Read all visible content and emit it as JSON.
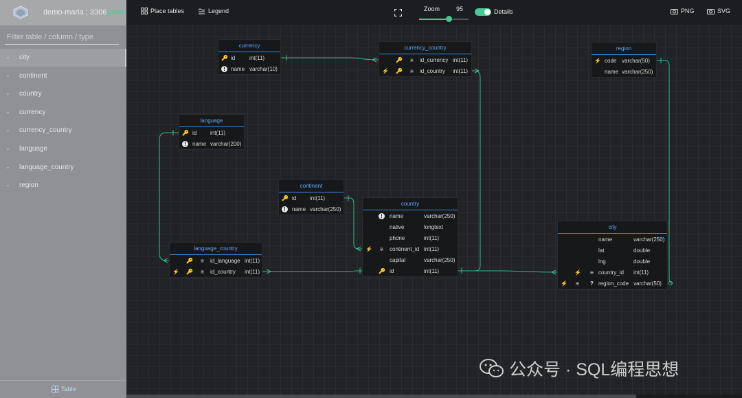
{
  "sidebar": {
    "connection": "demo-maria : 3306",
    "schema": "world",
    "filter_placeholder": "Filter table / column / type",
    "tables": [
      "city",
      "continent",
      "country",
      "currency",
      "currency_country",
      "language",
      "language_country",
      "region"
    ],
    "selected": "city",
    "footer_label": "Table"
  },
  "toolbar": {
    "place_tables": "Place tables",
    "legend": "Legend",
    "zoom_label": "Zoom",
    "zoom_value": "95",
    "details_label": "Details",
    "details_on": true,
    "png": "PNG",
    "svg": "SVG"
  },
  "tables": {
    "currency": {
      "title": "currency",
      "rows": [
        {
          "icons": [
            "pk"
          ],
          "name": "id",
          "type": "int(11)"
        },
        {
          "icons": [
            "nn"
          ],
          "name": "name",
          "type": "varchar(10)"
        }
      ]
    },
    "currency_country": {
      "title": "currency_country",
      "rows": [
        {
          "icons": [
            "pk",
            "uq"
          ],
          "name": "id_currency",
          "type": "int(11)"
        },
        {
          "icons": [
            "fk",
            "pk",
            "uq"
          ],
          "name": "id_country",
          "type": "int(11)"
        }
      ]
    },
    "region": {
      "title": "region",
      "rows": [
        {
          "icons": [
            "fk"
          ],
          "name": "code",
          "type": "varchar(50)"
        },
        {
          "icons": [],
          "name": "name",
          "type": "varchar(250)"
        }
      ]
    },
    "language": {
      "title": "language",
      "rows": [
        {
          "icons": [
            "pk"
          ],
          "name": "id",
          "type": "int(11)"
        },
        {
          "icons": [
            "nn"
          ],
          "name": "name",
          "type": "varchar(200)"
        }
      ]
    },
    "continent": {
      "title": "continent",
      "rows": [
        {
          "icons": [
            "pk"
          ],
          "name": "id",
          "type": "int(11)"
        },
        {
          "icons": [
            "nn"
          ],
          "name": "name",
          "type": "varchar(250)"
        }
      ]
    },
    "country": {
      "title": "country",
      "rows": [
        {
          "icons": [
            "nn"
          ],
          "name": "name",
          "type": "varchar(250)"
        },
        {
          "icons": [],
          "name": "native",
          "type": "longtext"
        },
        {
          "icons": [],
          "name": "phone",
          "type": "int(11)"
        },
        {
          "icons": [
            "fk",
            "uq"
          ],
          "name": "continent_id",
          "type": "int(11)"
        },
        {
          "icons": [],
          "name": "capital",
          "type": "varchar(250)"
        },
        {
          "icons": [
            "pk"
          ],
          "name": "id",
          "type": "int(11)"
        }
      ]
    },
    "language_country": {
      "title": "language_country",
      "rows": [
        {
          "icons": [
            "pk",
            "uq"
          ],
          "name": "id_language",
          "type": "int(11)"
        },
        {
          "icons": [
            "fk",
            "pk",
            "uq"
          ],
          "name": "id_country",
          "type": "int(11)"
        }
      ]
    },
    "city": {
      "title": "city",
      "rows": [
        {
          "icons": [],
          "name": "name",
          "type": "varchar(250)"
        },
        {
          "icons": [],
          "name": "lat",
          "type": "double"
        },
        {
          "icons": [],
          "name": "lng",
          "type": "double"
        },
        {
          "icons": [
            "fk",
            "uq"
          ],
          "name": "country_id",
          "type": "int(11)"
        },
        {
          "icons": [
            "fk",
            "uq",
            "q"
          ],
          "name": "region_code",
          "type": "varchar(50)"
        }
      ]
    }
  },
  "icon_names": {
    "pk": "key-icon",
    "fk": "bolt-icon",
    "nn": "info-icon",
    "uq": "fingerprint-icon",
    "q": "nullable-icon"
  },
  "colors": {
    "accent": "#46c890",
    "title": "#5aa8ff",
    "edge": "#2fbf8a"
  },
  "watermark": "公众号 · SQL编程思想"
}
